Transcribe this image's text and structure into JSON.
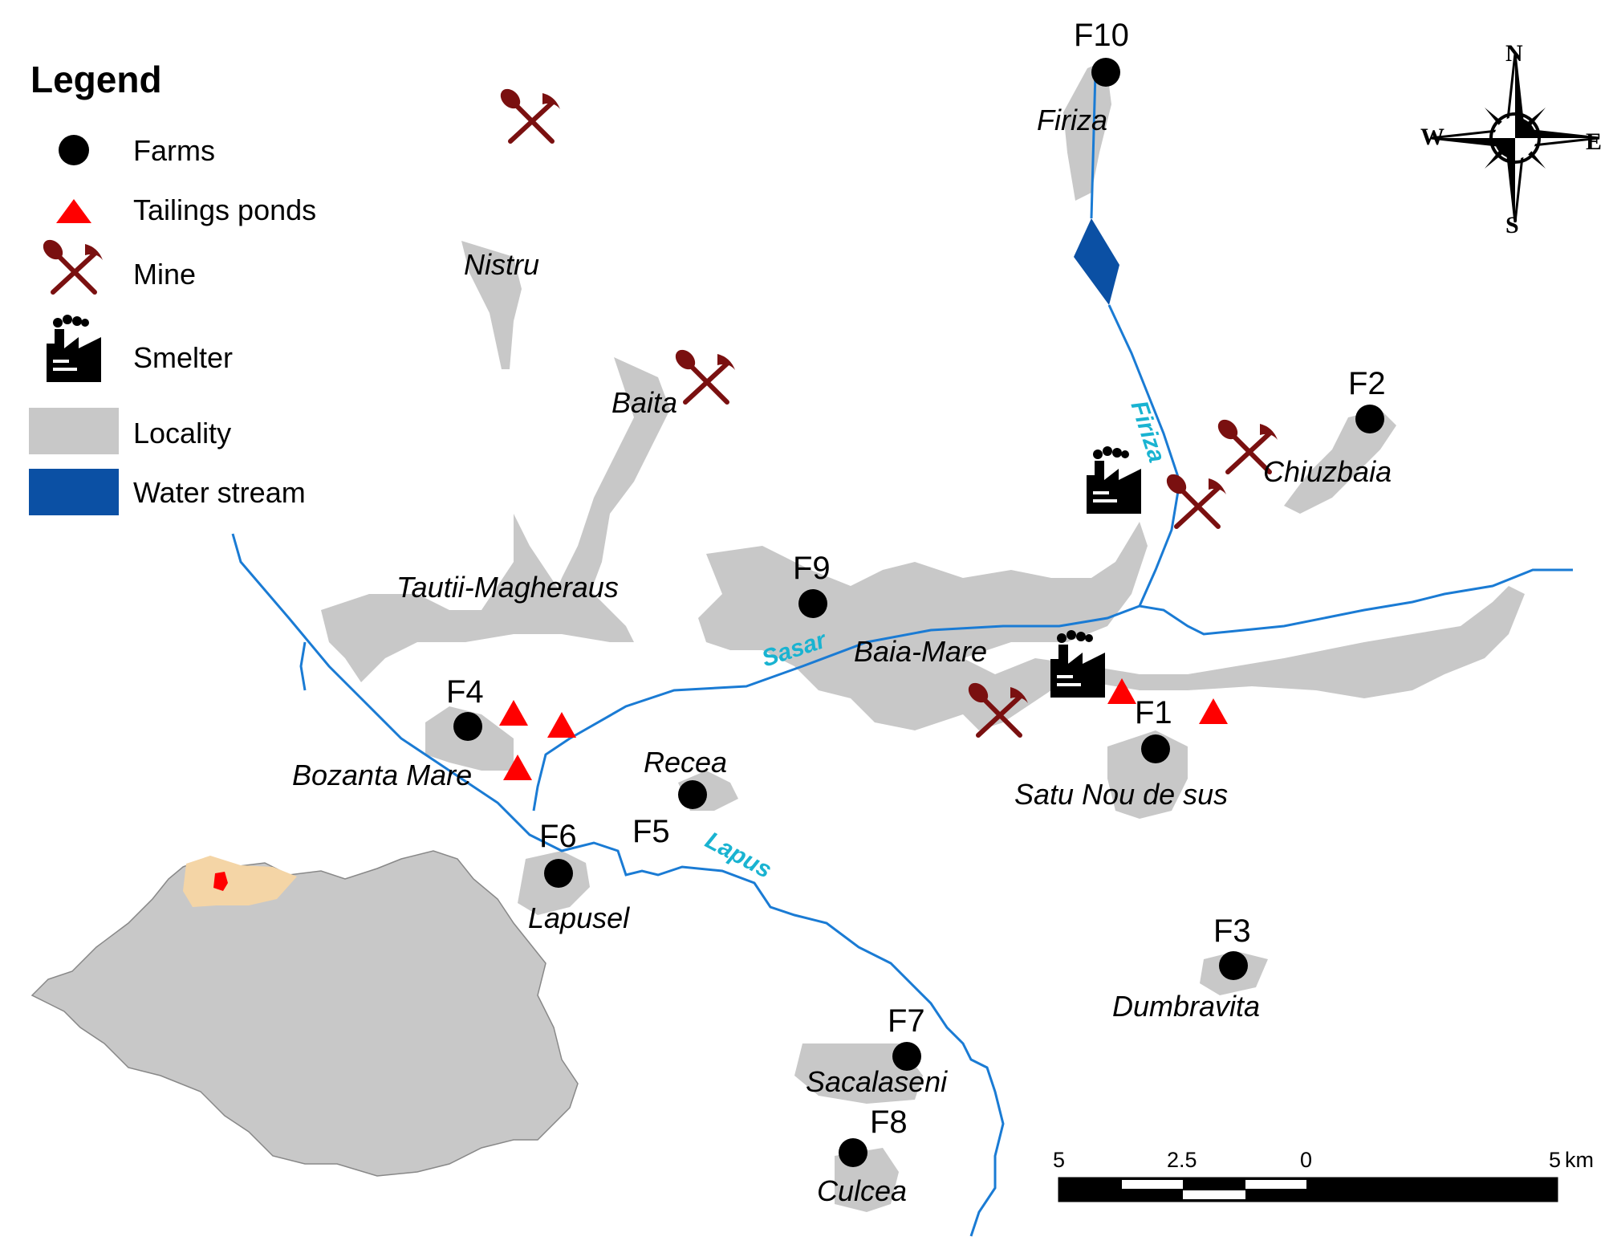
{
  "legend": {
    "title": "Legend",
    "items": [
      {
        "label": "Farms",
        "icon": "farm-dot-icon"
      },
      {
        "label": "Tailings ponds",
        "icon": "tailings-triangle-icon"
      },
      {
        "label": "Mine",
        "icon": "mine-pickaxe-icon"
      },
      {
        "label": "Smelter",
        "icon": "smelter-factory-icon"
      },
      {
        "label": "Locality",
        "icon": "locality-swatch-icon"
      },
      {
        "label": "Water stream",
        "icon": "water-stream-swatch-icon"
      }
    ]
  },
  "farms": [
    "F1",
    "F2",
    "F3",
    "F4",
    "F5",
    "F6",
    "F7",
    "F8",
    "F9",
    "F10"
  ],
  "localities": [
    "Firiza",
    "Nistru",
    "Baita",
    "Chiuzbaia",
    "Tautii-Magheraus",
    "Baia-Mare",
    "Bozanta Mare",
    "Recea",
    "Satu Nou de sus",
    "Lapusel",
    "Dumbravita",
    "Sacalaseni",
    "Culcea"
  ],
  "rivers": [
    "Firiza",
    "Sasar",
    "Lapus"
  ],
  "compass": {
    "n": "N",
    "s": "S",
    "e": "E",
    "w": "W"
  },
  "scale_bar": {
    "ticks": [
      "5",
      "2.5",
      "0",
      "5"
    ],
    "unit": "km"
  },
  "colors": {
    "farm": "#000000",
    "tailings": "#ff0000",
    "mine": "#7a1010",
    "locality": "#c8c8c8",
    "water": "#0b50a4",
    "river_line": "#1a7bd4",
    "river_label": "#19b3d1",
    "inset_country": "#c8c8c8",
    "inset_county": "#f4d5a6",
    "inset_area": "#ff0000"
  }
}
